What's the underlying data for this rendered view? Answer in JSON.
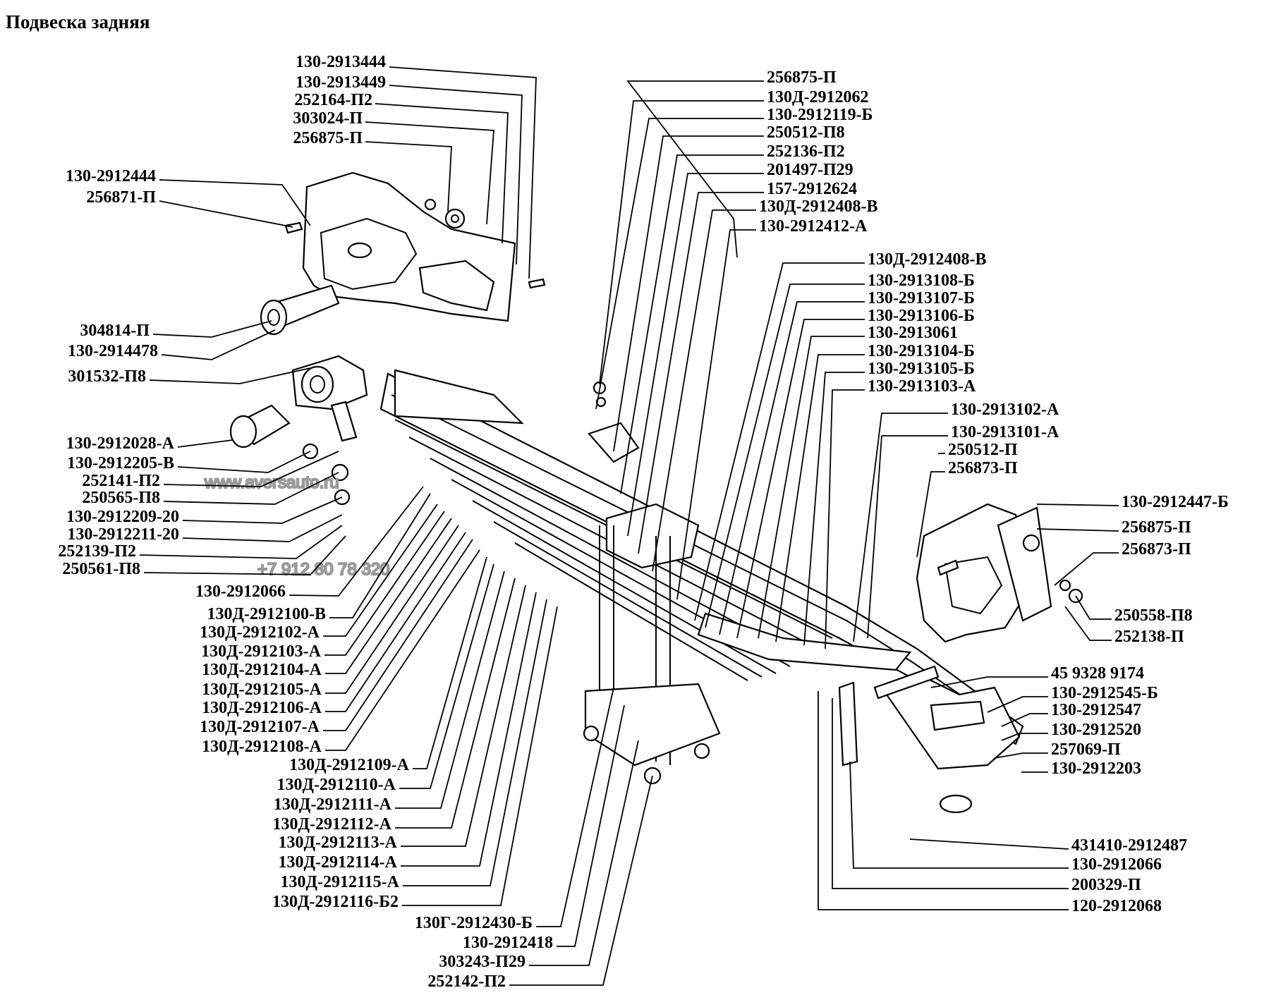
{
  "title": "Подвеска задняя",
  "watermark": {
    "site": "www.aversauto.ru",
    "phone": "+7 912 80 78 320"
  },
  "labels_left": [
    "130-2913444",
    "130-2913449",
    "252164-П2",
    "303024-П",
    "256875-П",
    "130-2912444",
    "256871-П",
    "304814-П",
    "130-2914478",
    "301532-П8",
    "130-2912028-А",
    "130-2912205-В",
    "252141-П2",
    "250565-П8",
    "130-2912209-20",
    "130-2912211-20",
    "252139-П2",
    "250561-П8",
    "130-2912066",
    "130Д-2912100-В",
    "130Д-2912102-А",
    "130Д-2912103-А",
    "130Д-2912104-А",
    "130Д-2912105-А",
    "130Д-2912106-А",
    "130Д-2912107-А",
    "130Д-2912108-А",
    "130Д-2912109-А",
    "130Д-2912110-А",
    "130Д-2912111-А",
    "130Д-2912112-А",
    "130Д-2912113-А",
    "130Д-2912114-А",
    "130Д-2912115-А",
    "130Д-2912116-Б2",
    "130Г-2912430-Б",
    "130-2912418",
    "303243-П29",
    "252142-П2"
  ],
  "labels_right": [
    "256875-П",
    "130Д-2912062",
    "130-2912119-Б",
    "250512-П8",
    "252136-П2",
    "201497-П29",
    "157-2912624",
    "130Д-2912408-В",
    "130-2912412-А",
    "130Д-2912408-В",
    "130-2913108-Б",
    "130-2913107-Б",
    "130-2913106-Б",
    "130-2913061",
    "130-2913104-Б",
    "130-2913105-Б",
    "130-2913103-А",
    "130-2913102-А",
    "130-2913101-А",
    "250512-П",
    "256873-П",
    "130-2912447-Б",
    "256875-П",
    "256873-П",
    "250558-П8",
    "252138-П",
    "45 9328 9174",
    "130-2912545-Б",
    "130-2912547",
    "130-2912520",
    "257069-П",
    "130-2912203",
    "431410-2912487",
    "130-2912066",
    "200329-П",
    "120-2912068"
  ]
}
